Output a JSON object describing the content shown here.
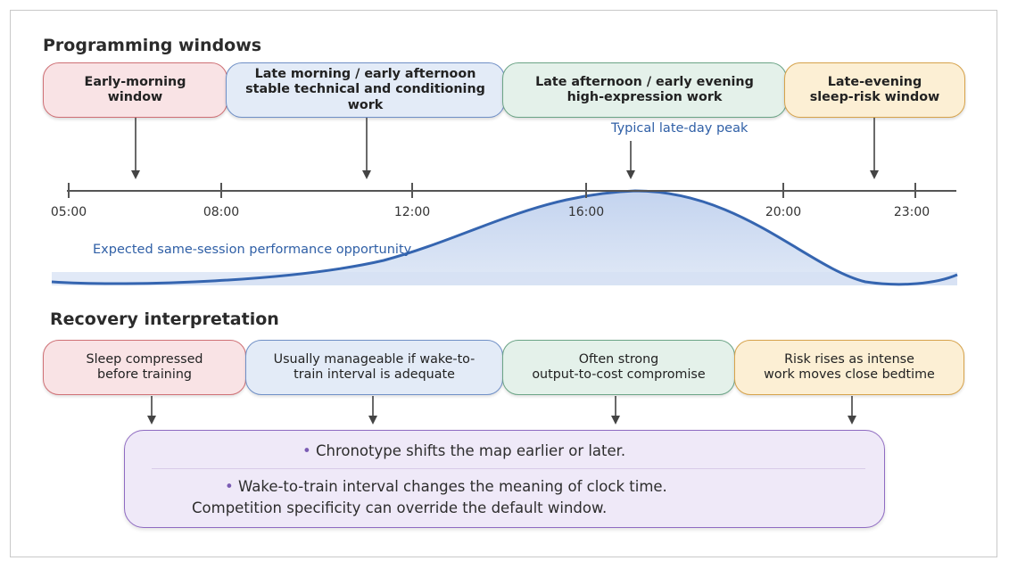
{
  "programming": {
    "heading": "Programming windows",
    "windows": [
      {
        "label": "Early-morning\nwindow"
      },
      {
        "label": "Late morning / early afternoon\nstable technical and conditioning work"
      },
      {
        "label": "Late afternoon / early evening\nhigh-expression work"
      },
      {
        "label": "Late-evening\nsleep-risk window"
      }
    ],
    "peak_label": "Typical late-day peak"
  },
  "timeline": {
    "ticks": [
      "05:00",
      "08:00",
      "12:00",
      "16:00",
      "20:00",
      "23:00"
    ]
  },
  "curve": {
    "label": "Expected same-session performance opportunity",
    "color": "#3565b0",
    "fill": "#c9d7f0"
  },
  "recovery": {
    "heading": "Recovery interpretation",
    "boxes": [
      {
        "label": "Sleep compressed\nbefore training"
      },
      {
        "label": "Usually manageable if wake-to-\ntrain interval is adequate"
      },
      {
        "label": "Often strong\noutput-to-cost compromise"
      },
      {
        "label": "Risk rises as intense\nwork moves close bedtime"
      }
    ]
  },
  "summary": {
    "line1": "Chronotype shifts the map earlier or later.",
    "line2": "Wake-to-train interval changes the meaning of clock time.",
    "line3": "Competition specificity can override the default window."
  },
  "colors": {
    "red": "#cf7075",
    "blue": "#6f8fc6",
    "green": "#6ba486",
    "orange": "#d6a24a",
    "purple": "#8f6bc2"
  }
}
